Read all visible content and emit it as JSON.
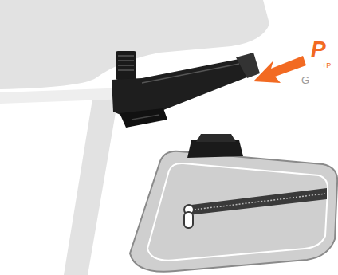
{
  "diagram": {
    "labels": [
      "P",
      "+P",
      "G"
    ]
  }
}
